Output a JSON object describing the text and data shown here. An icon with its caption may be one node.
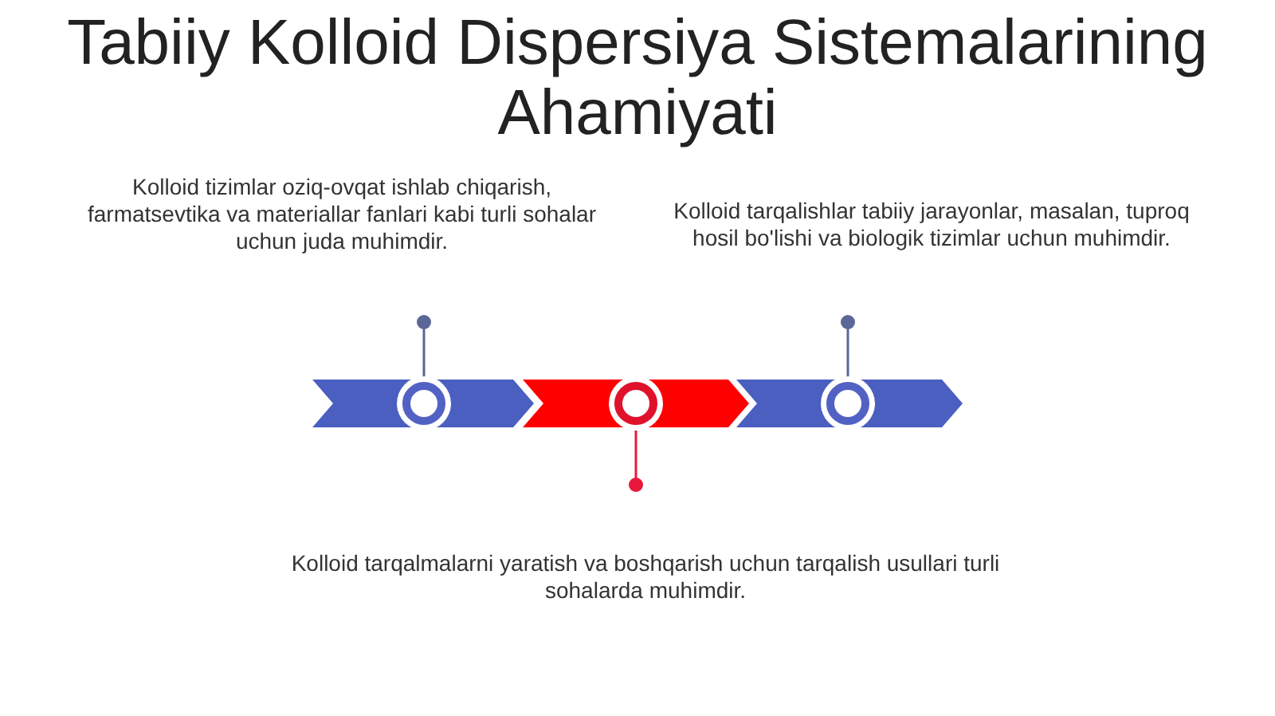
{
  "diagram": {
    "title": "Tabiiy Kolloid Dispersiya Sistemalarining Ahamiyati",
    "nodes": [
      {
        "text": [
          "Kolloid tizimlar oziq-ovqat ishlab chiqarish, farmatsevtika va materiallar fanlari kabi turli sohalar uchun juda muhimdir."
        ]
      },
      {
        "text": [
          "Kolloid tarqalishlar tabiiy jarayonlar, masalan, tuproq hosil bo'lishi va biologik tizimlar uchun muhimdir."
        ]
      },
      {
        "text": [],
        "shape": "circle"
      },
      {
        "text": [],
        "shape": "circle"
      },
      {
        "text": [],
        "shape": "circle"
      },
      {
        "text": [
          "Kolloid tarqalmalarni yaratish va boshqarish uchun tarqalish usullari turli sohalarda muhimdir."
        ]
      }
    ],
    "edges": [
      {
        "from": 0,
        "to": 2,
        "arrow": "other"
      },
      {
        "from": 1,
        "to": 4,
        "arrow": "other"
      },
      {
        "from": 5,
        "to": 3,
        "arrow": "other",
        "color": "#e8173c"
      }
    ]
  }
}
